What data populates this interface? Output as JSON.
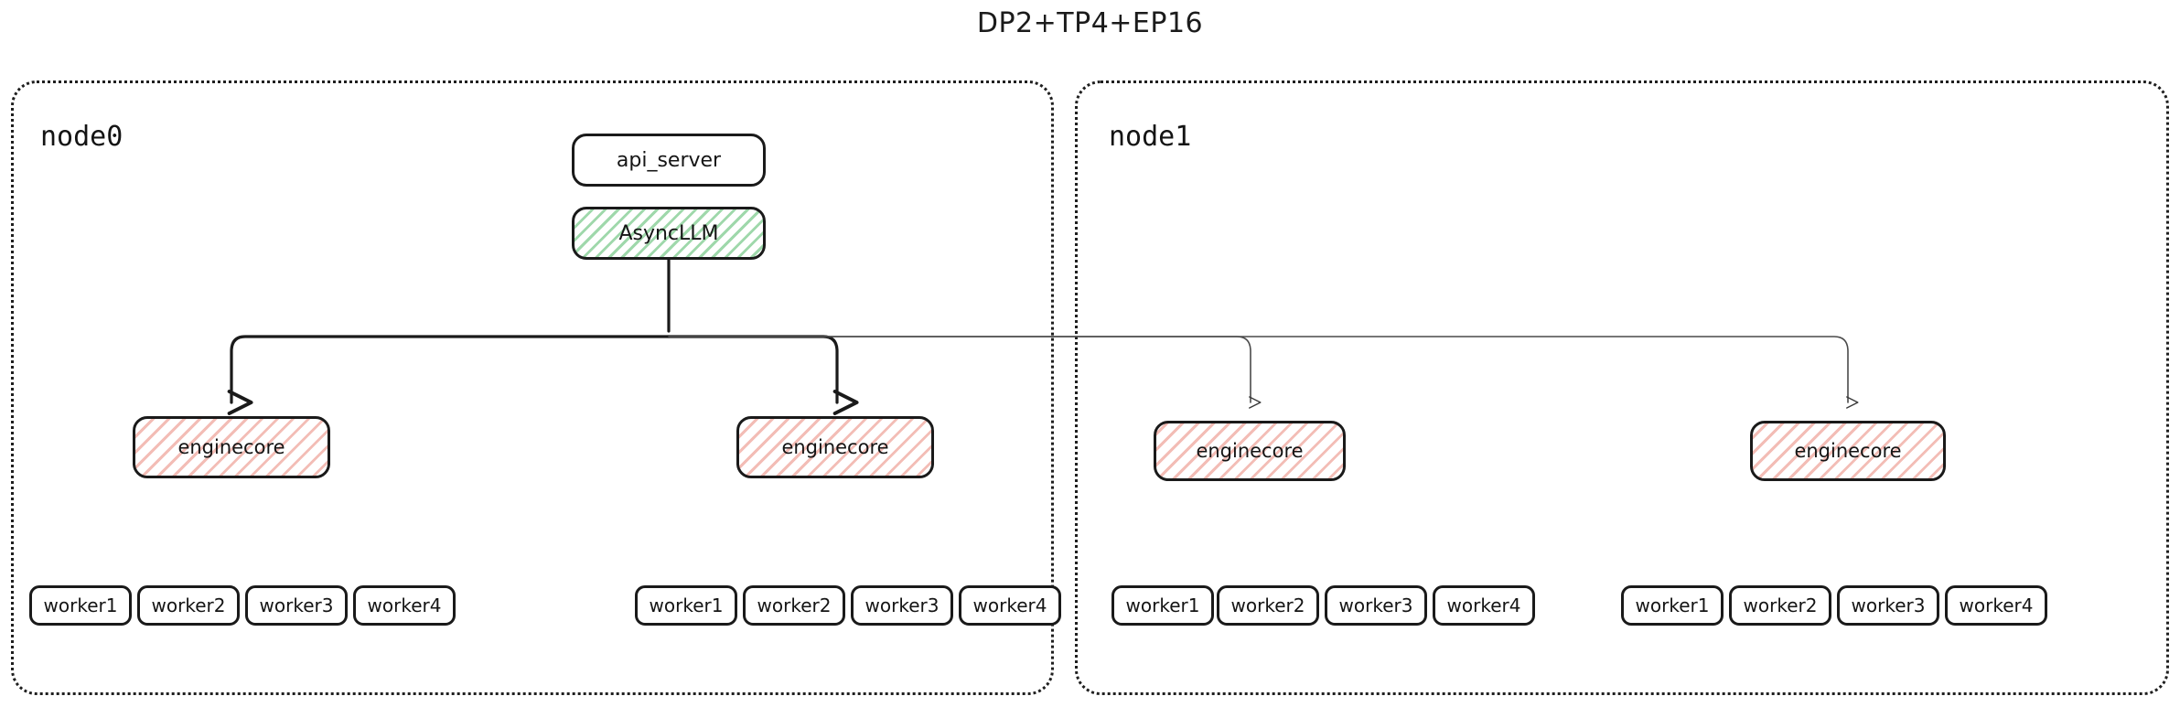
{
  "title": "DP2+TP4+EP16",
  "colors": {
    "stroke": "#1a1a1a",
    "async_hatch": "#9fd8ab",
    "enginecore_hatch": "#f3bdb6",
    "node_border": "#1f1f1f",
    "background": "#ffffff"
  },
  "top_stack": {
    "api_server": "api_server",
    "async_llm": "AsyncLLM"
  },
  "nodes": [
    {
      "id": "node0",
      "label": "node0",
      "enginecores": [
        {
          "label": "enginecore"
        },
        {
          "label": "enginecore"
        }
      ],
      "worker_groups": [
        {
          "workers": [
            "worker1",
            "worker2",
            "worker3",
            "worker4"
          ]
        },
        {
          "workers": [
            "worker1",
            "worker2",
            "worker3",
            "worker4"
          ]
        }
      ]
    },
    {
      "id": "node1",
      "label": "node1",
      "enginecores": [
        {
          "label": "enginecore"
        },
        {
          "label": "enginecore"
        }
      ],
      "worker_groups": [
        {
          "workers": [
            "worker1",
            "worker2",
            "worker3",
            "worker4"
          ]
        },
        {
          "workers": [
            "worker1",
            "worker2",
            "worker3",
            "worker4"
          ]
        }
      ]
    }
  ]
}
